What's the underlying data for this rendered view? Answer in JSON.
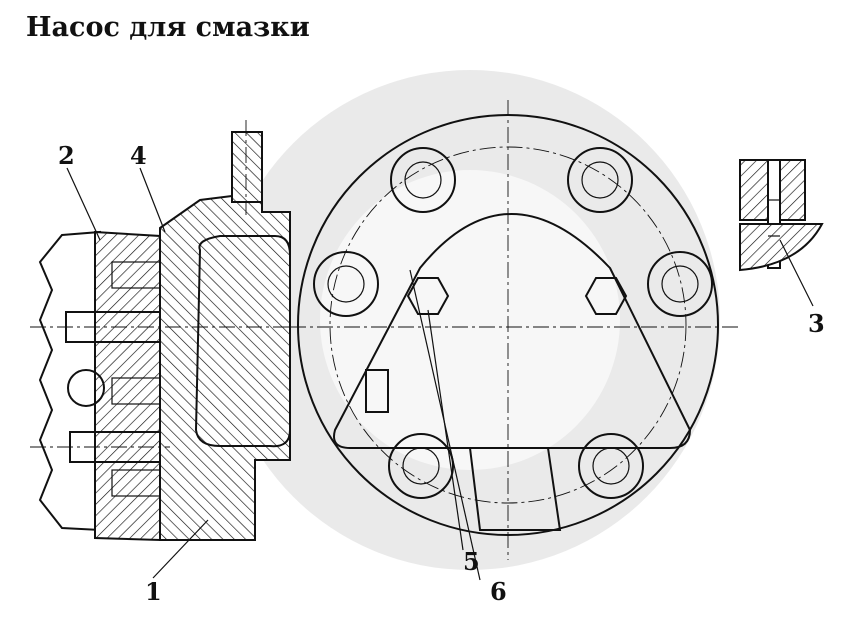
{
  "title": "Насос для смазки",
  "callouts": {
    "c1": "1",
    "c2": "2",
    "c3": "3",
    "c4": "4",
    "c5": "5",
    "c6": "6"
  },
  "colors": {
    "ink": "#111111",
    "watermark": "#d8d8d8",
    "background": "#ffffff"
  }
}
